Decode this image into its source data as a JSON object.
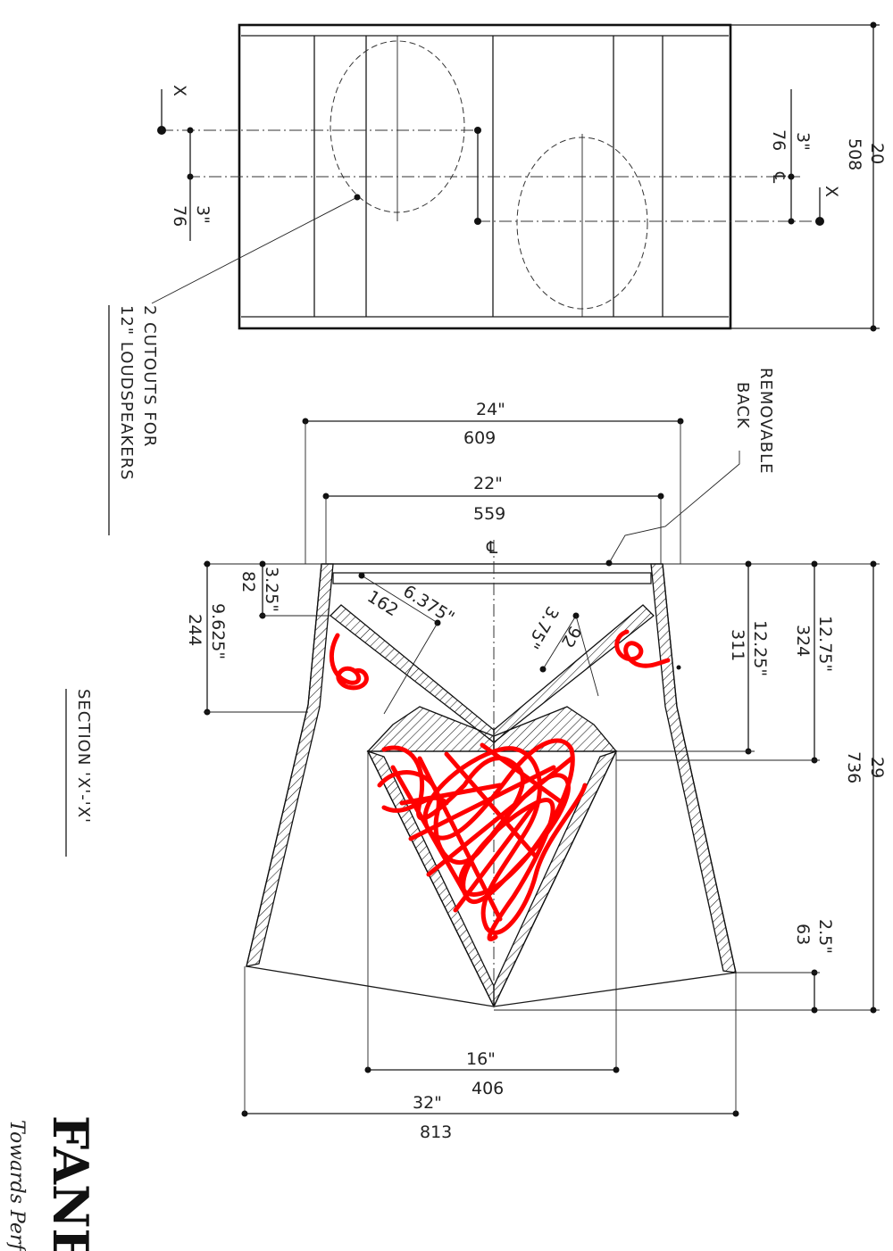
{
  "top_view": {
    "section_marker": "X",
    "width_dim_in": "20",
    "width_dim_mm": "508",
    "offset_dim_in": "3\"",
    "offset_dim_mm": "76",
    "centre_symbol": "℄",
    "cutouts_line1": "2 CUTOUTS FOR",
    "cutouts_line2": "12\" LOUDSPEAKERS"
  },
  "section": {
    "title": "SECTION 'X'-'X'",
    "removable_line1": "REMOVABLE",
    "removable_line2": "BACK",
    "centre_symbol": "℄",
    "dims": {
      "outer_top_in": "24\"",
      "outer_top_mm": "609",
      "inner_top_in": "22\"",
      "inner_top_mm": "559",
      "base_in": "32\"",
      "base_mm": "813",
      "inner_base_in": "16\"",
      "inner_base_mm": "406",
      "depth_in": "29",
      "depth_mm": "736",
      "d1_in": "12.75\"",
      "d1_mm": "324",
      "d2_in": "12.25\"",
      "d2_mm": "311",
      "d3_in": "2.5\"",
      "d3_mm": "63",
      "d4_in": "3.25\"",
      "d4_mm": "82",
      "d5_in": "9.625\"",
      "d5_mm": "244",
      "d6_in": "6.375\"",
      "d6_mm": "162",
      "d7_in": "3.75\"",
      "d7_mm": "92"
    }
  },
  "brand": {
    "logo_text": "FANE",
    "tagline": "Towards Perfection"
  },
  "colors": {
    "ink": "#1a1a1a",
    "scribble": "#ff0000"
  }
}
